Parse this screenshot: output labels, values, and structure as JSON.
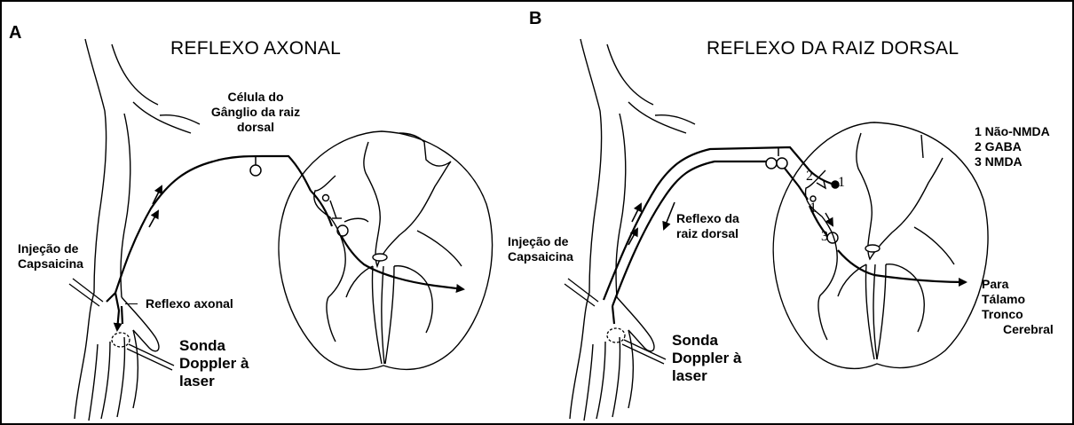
{
  "panel_a": {
    "letter": "A",
    "title": "REFLEXO AXONAL",
    "cell_label": [
      "Célula do",
      "Gânglio  da raiz",
      "dorsal"
    ],
    "injection_label": [
      "Injeção de",
      "Capsaicina"
    ],
    "reflex_label": "Reflexo axonal",
    "probe_label": [
      "Sonda",
      "Doppler à",
      "laser"
    ]
  },
  "panel_b": {
    "letter": "B",
    "title": "REFLEXO DA RAIZ DORSAL",
    "legend": [
      "1 Não-NMDA",
      "2 GABA",
      "3 NMDA"
    ],
    "reflex_label": [
      "Reflexo da",
      "raiz dorsal"
    ],
    "injection_label": [
      "Injeção de",
      "Capsaicina"
    ],
    "probe_label": [
      "Sonda",
      "Doppler à",
      "laser"
    ],
    "target_label": [
      "Para",
      "Tálamo",
      "Tronco",
      "Cerebral"
    ],
    "synapse_numbers": [
      "2",
      "1",
      "1",
      "3"
    ]
  }
}
